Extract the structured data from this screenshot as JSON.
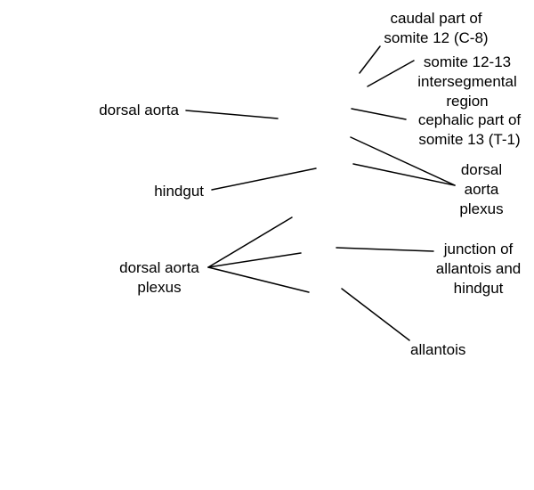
{
  "labels": {
    "caudal_somite_12": [
      "caudal part of",
      "somite 12 (C-8)"
    ],
    "intersegmental_region": [
      "somite 12-13",
      "intersegmental",
      "region"
    ],
    "cephalic_somite_13": [
      "cephalic part of",
      "somite 13 (T-1)"
    ],
    "dorsal_aorta_plexus_right": [
      "dorsal",
      "aorta",
      "plexus"
    ],
    "dorsal_aorta": [
      "dorsal aorta"
    ],
    "hindgut": [
      "hindgut"
    ],
    "dorsal_aorta_plexus_left": [
      "dorsal aorta",
      "plexus"
    ],
    "junction": [
      "junction of",
      "allantois and",
      "hindgut"
    ],
    "allantois": [
      "allantois"
    ]
  },
  "colors": {
    "line": "#000000",
    "text": "#000000",
    "background": "#ffffff"
  }
}
